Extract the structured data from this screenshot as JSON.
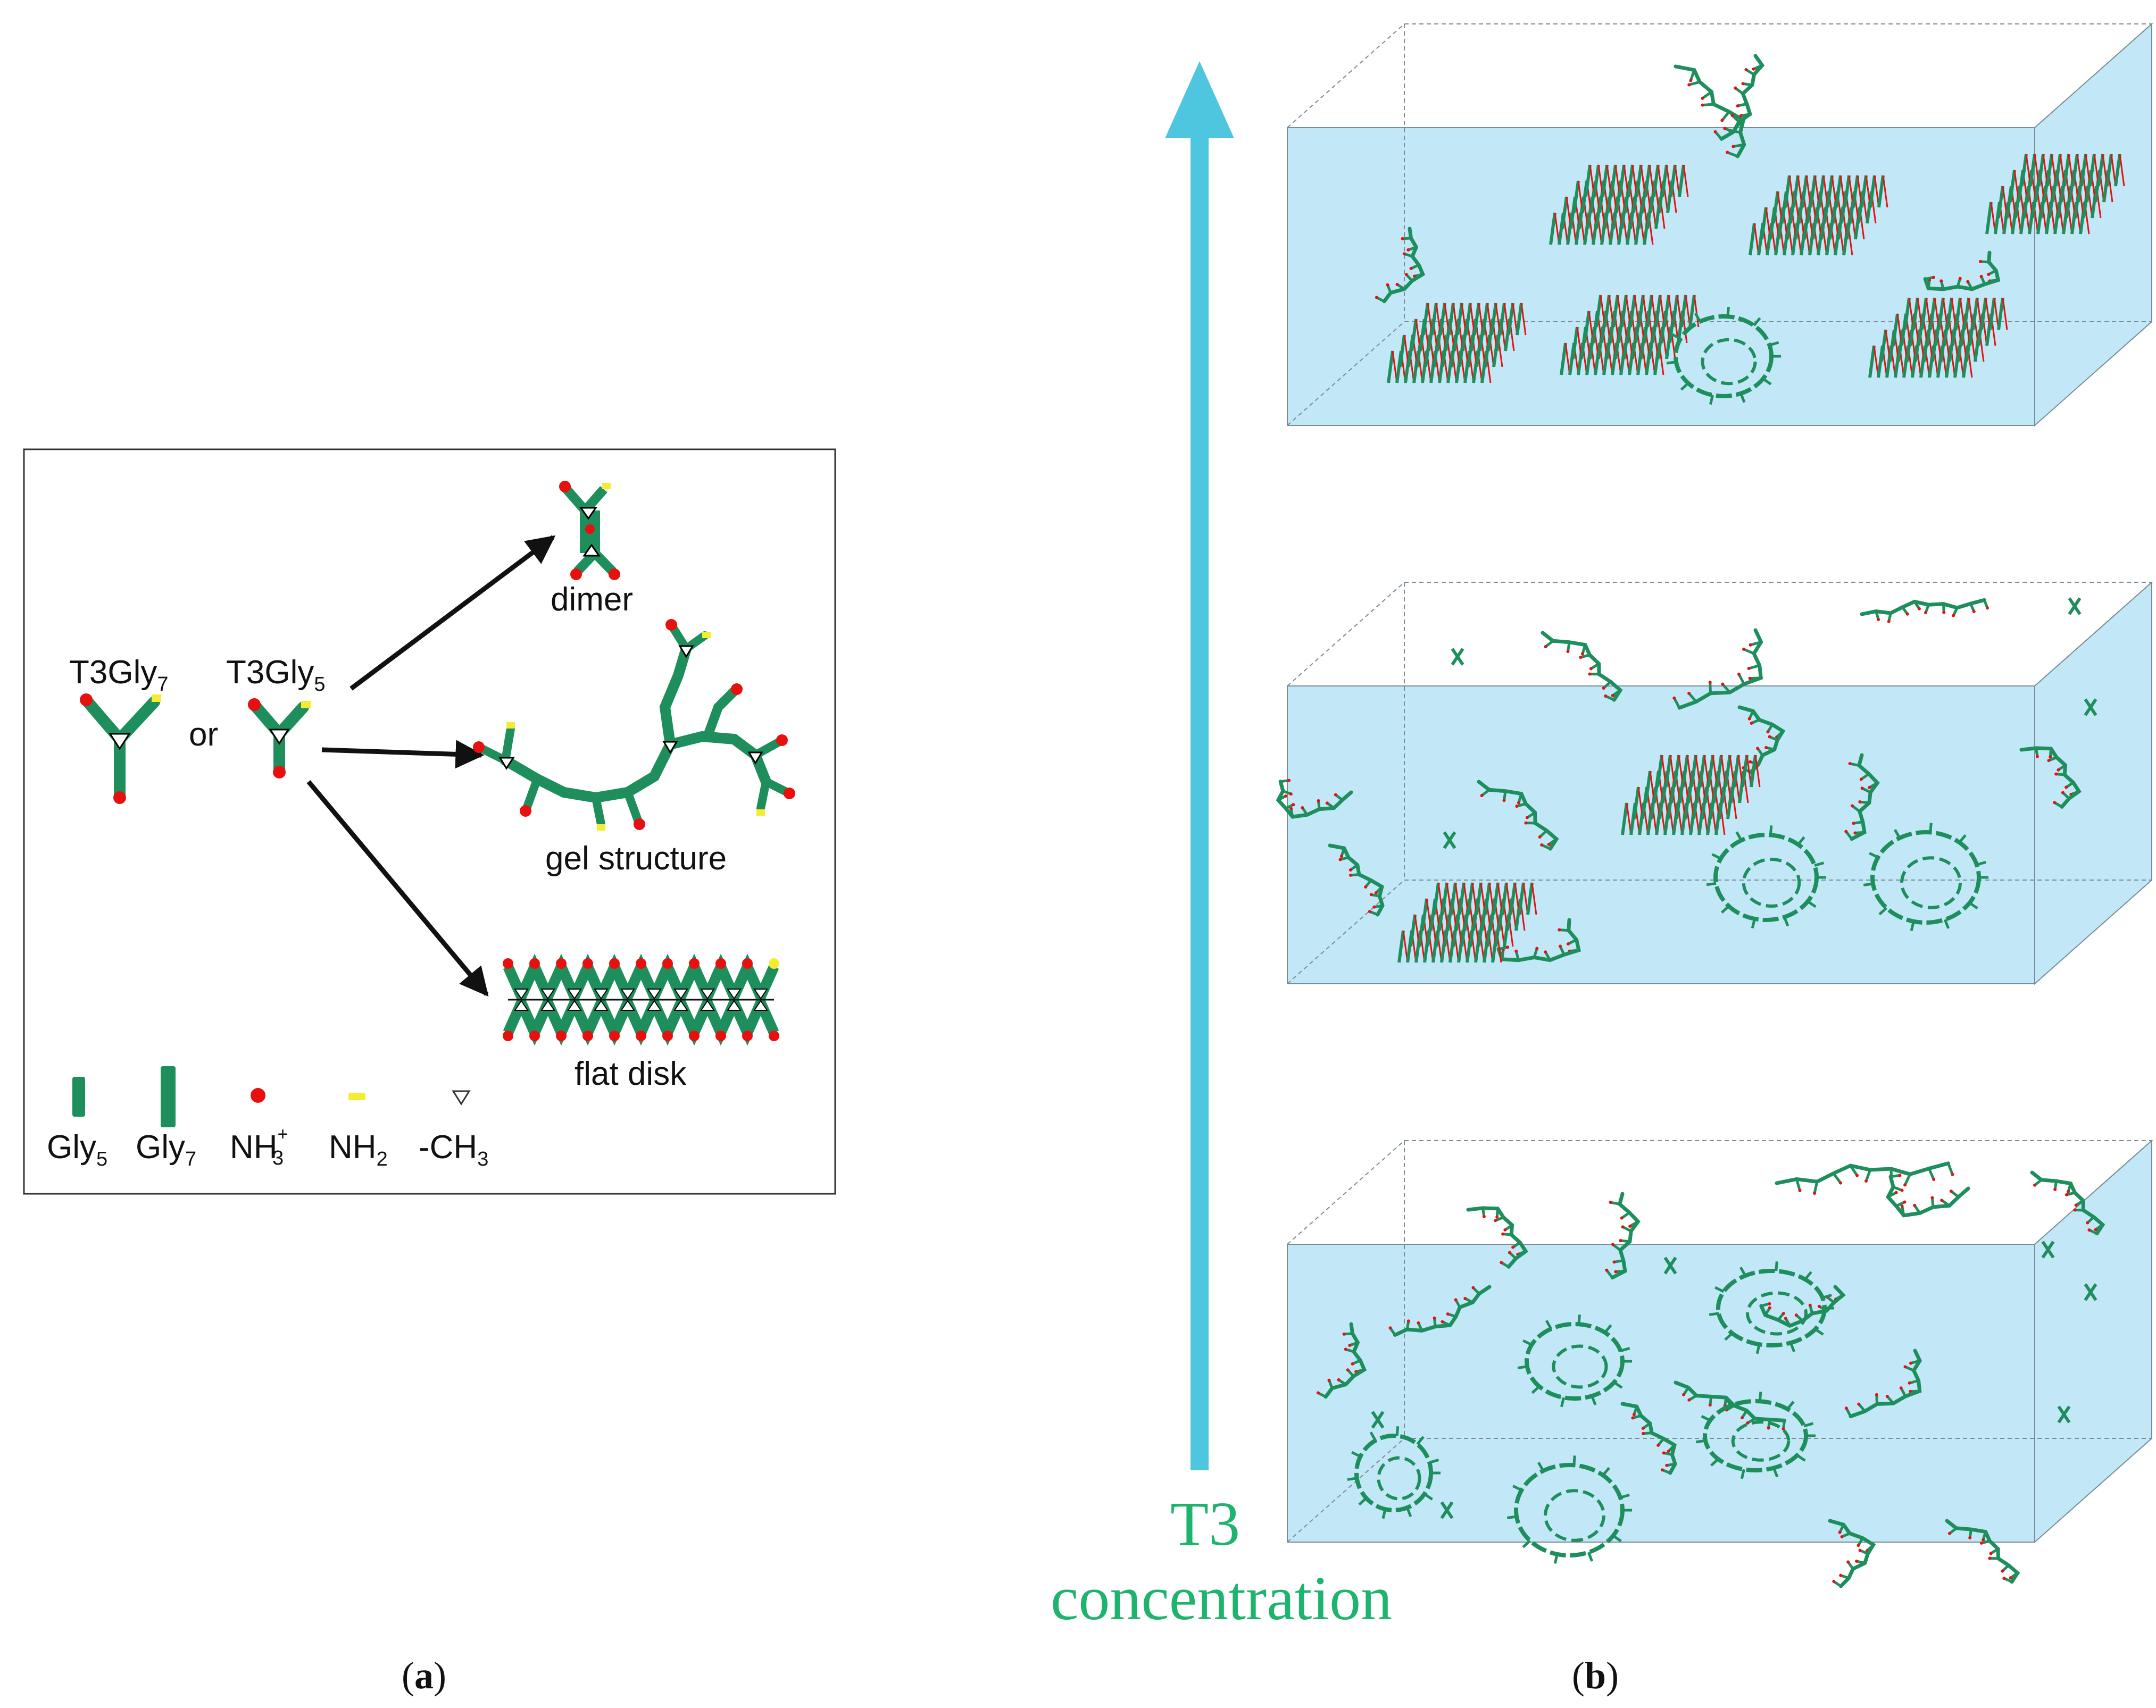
{
  "panel_a": {
    "molecule_label_1": "T3Gly",
    "molecule_label_1_sub": "7",
    "connector": "or",
    "molecule_label_2": "T3Gly",
    "molecule_label_2_sub": "5",
    "product_dimer": "dimer",
    "product_gel": "gel structure",
    "product_disk": "flat disk",
    "legend": [
      {
        "label": "Gly",
        "sub": "5",
        "sup": "",
        "icon": "short-bar-icon"
      },
      {
        "label": "Gly",
        "sub": "7",
        "sup": "",
        "icon": "long-bar-icon"
      },
      {
        "label": "NH",
        "sub": "3",
        "sup": "+",
        "icon": "red-dot-icon"
      },
      {
        "label": "NH",
        "sub": "2",
        "sup": "",
        "icon": "yellow-dash-icon"
      },
      {
        "label": "-CH",
        "sub": "3",
        "sup": "",
        "icon": "triangle-icon"
      }
    ],
    "caption_open": "(",
    "caption_letter": "a",
    "caption_close": ")"
  },
  "panel_b": {
    "axis_line1": "T3",
    "axis_line2": "concentration",
    "caption_open": "(",
    "caption_letter": "b",
    "caption_close": ")"
  },
  "colors": {
    "green": "#1e8f5c",
    "red": "#e8100f",
    "yellow": "#f5ec32",
    "arrow_cyan": "#4ec6e0",
    "water": "#c2e8f8",
    "text_green": "#1eb46e"
  }
}
